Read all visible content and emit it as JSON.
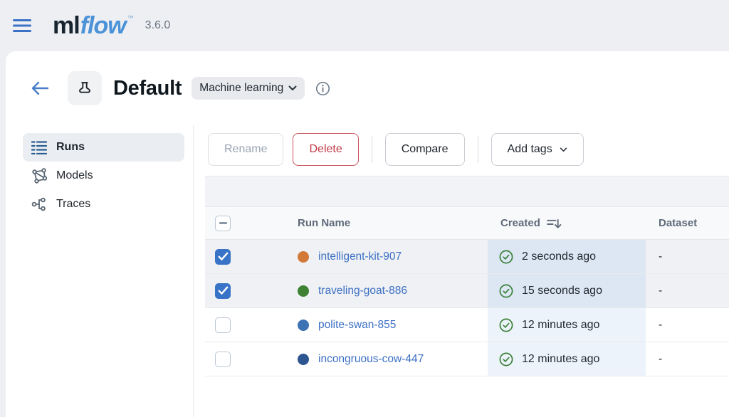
{
  "topbar": {
    "logo": {
      "ml": "ml",
      "flow": "flow",
      "trademark": "™"
    },
    "version": "3.6.0"
  },
  "header": {
    "title": "Default",
    "experiment_type_label": "Machine learning"
  },
  "sidebar": {
    "items": [
      {
        "label": "Runs",
        "icon": "runs-list-icon",
        "active": true
      },
      {
        "label": "Models",
        "icon": "models-graph-icon",
        "active": false
      },
      {
        "label": "Traces",
        "icon": "traces-fork-icon",
        "active": false
      }
    ]
  },
  "toolbar": {
    "rename_label": "Rename",
    "delete_label": "Delete",
    "compare_label": "Compare",
    "add_tags_label": "Add tags"
  },
  "table": {
    "select_all_state": "indeterminate",
    "columns": {
      "run_name": "Run Name",
      "created": "Created",
      "dataset": "Dataset"
    },
    "sort": {
      "column": "Created",
      "direction": "descending"
    },
    "rows": [
      {
        "selected": true,
        "dot_color": "#d2793a",
        "run_name": "intelligent-kit-907",
        "created": "2 seconds ago",
        "status": "finished",
        "dataset": "-"
      },
      {
        "selected": true,
        "dot_color": "#3f8133",
        "run_name": "traveling-goat-886",
        "created": "15 seconds ago",
        "status": "finished",
        "dataset": "-"
      },
      {
        "selected": false,
        "dot_color": "#3d72b4",
        "run_name": "polite-swan-855",
        "created": "12 minutes ago",
        "status": "finished",
        "dataset": "-"
      },
      {
        "selected": false,
        "dot_color": "#2d5590",
        "run_name": "incongruous-cow-447",
        "created": "12 minutes ago",
        "status": "finished",
        "dataset": "-"
      }
    ]
  },
  "icons": {
    "hamburger-menu-icon": "three horizontal blue bars",
    "back-arrow-icon": "left arrow",
    "flask-icon": "experiment flask",
    "chevron-down-icon": "v chevron",
    "info-icon": "circled i",
    "sort-descending-icon": "bars with down arrow",
    "status-finished-icon": "green circled check"
  },
  "colors": {
    "accent-blue": "#3b72c6",
    "logo-blue": "#4b92d8",
    "link-blue": "#3d70c4",
    "checkbox-blue": "#3873c8",
    "danger": "#c23a47",
    "status-green": "#3a8039",
    "selected-row": "#eff1f4",
    "created-cell": "#edf3fa",
    "created-cell-selected": "#dce7f3"
  }
}
